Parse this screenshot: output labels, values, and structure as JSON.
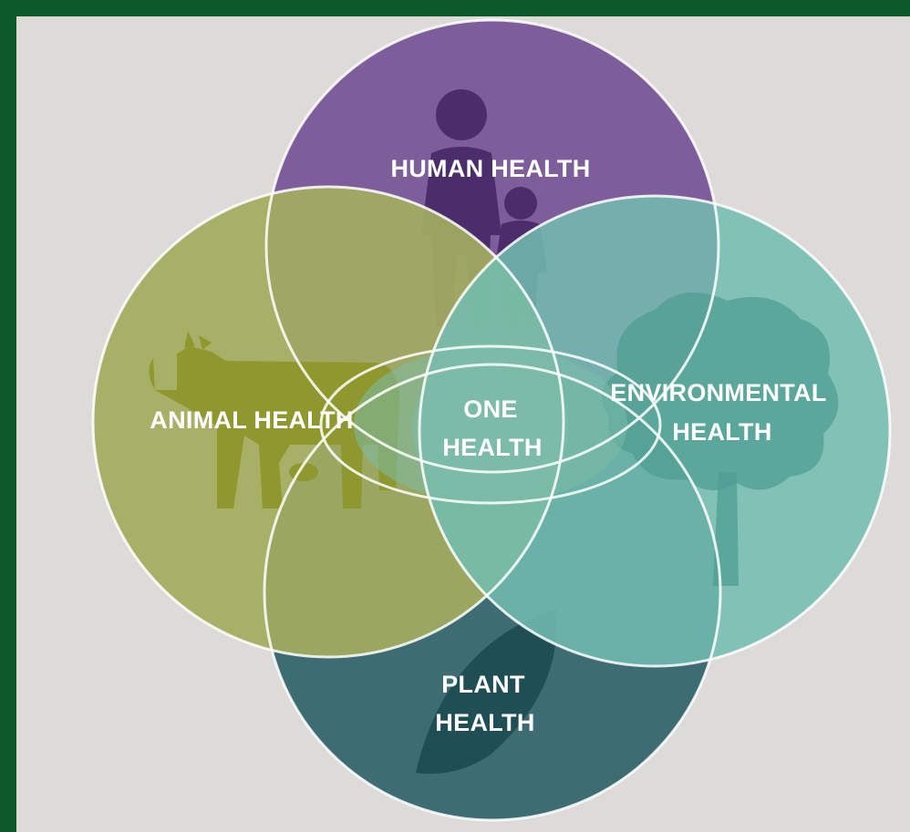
{
  "diagram": {
    "labels": {
      "human": "HUMAN HEALTH",
      "animal": "ANIMAL HEALTH",
      "environmental_line1": "ENVIRONMENTAL",
      "environmental_line2": "HEALTH",
      "plant_line1": "PLANT",
      "plant_line2": "HEALTH",
      "center_line1": "ONE",
      "center_line2": "HEALTH"
    },
    "colors": {
      "human": "#7d5e9a",
      "animal": "#a3ad5e",
      "environmental": "#72bdb0",
      "plant": "#3d6c72",
      "background": "#dcdbd8",
      "frame": "#0c5a2a"
    },
    "icons": [
      "people-icon",
      "cow-icon",
      "tree-icon",
      "leaf-icon"
    ]
  }
}
